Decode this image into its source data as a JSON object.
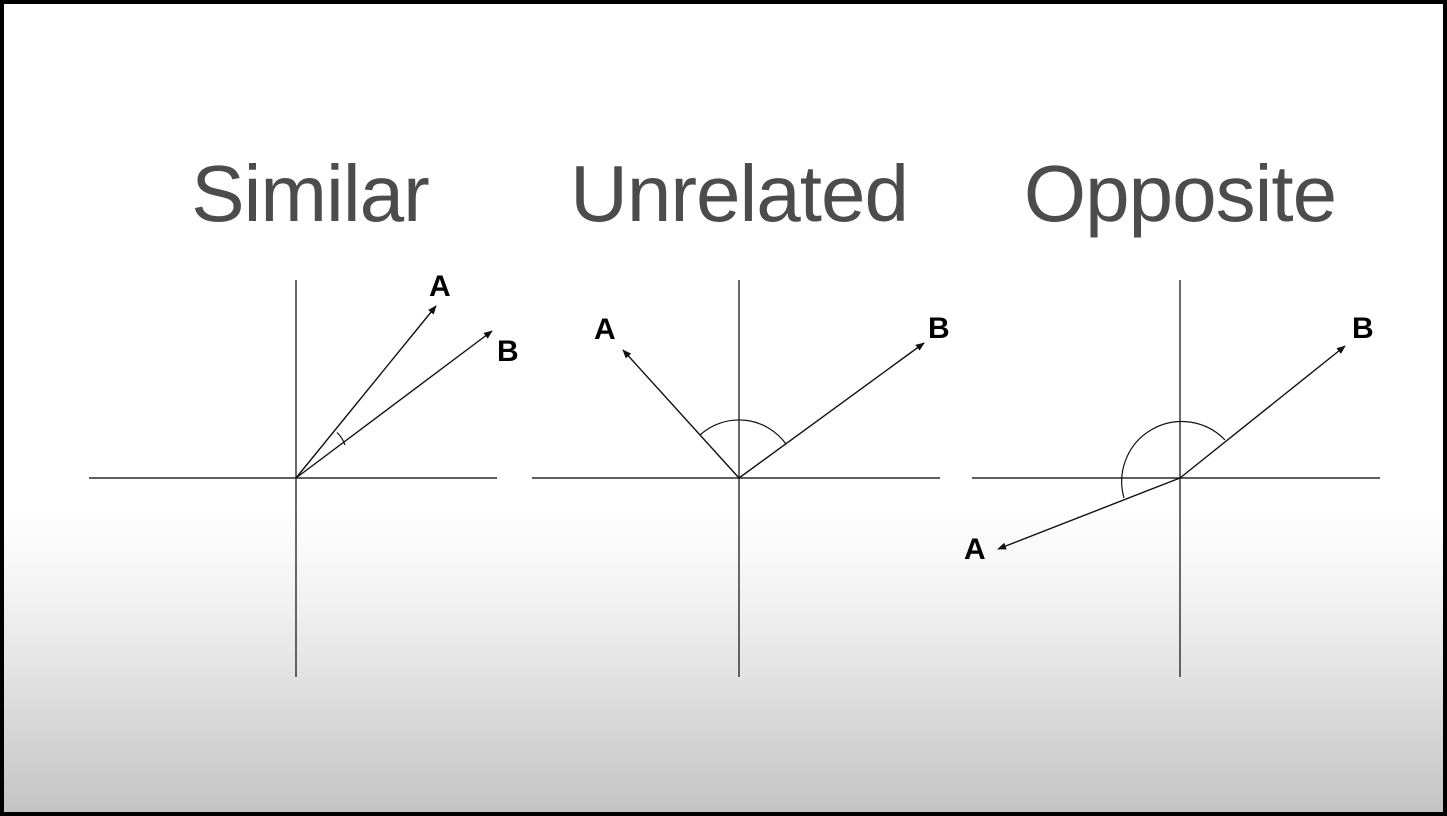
{
  "panels": [
    {
      "title": "Similar",
      "vectors": [
        {
          "label": "A",
          "angle_deg": 53
        },
        {
          "label": "B",
          "angle_deg": 36
        }
      ],
      "angle_arc": "acute"
    },
    {
      "title": "Unrelated",
      "vectors": [
        {
          "label": "A",
          "angle_deg": 130
        },
        {
          "label": "B",
          "angle_deg": 35
        }
      ],
      "angle_arc": "right-ish"
    },
    {
      "title": "Opposite",
      "vectors": [
        {
          "label": "A",
          "angle_deg": 200
        },
        {
          "label": "B",
          "angle_deg": 38
        }
      ],
      "angle_arc": "obtuse"
    }
  ],
  "colors": {
    "title_text": "#4c4c4c",
    "lines": "#111111",
    "frame": "#000000"
  }
}
